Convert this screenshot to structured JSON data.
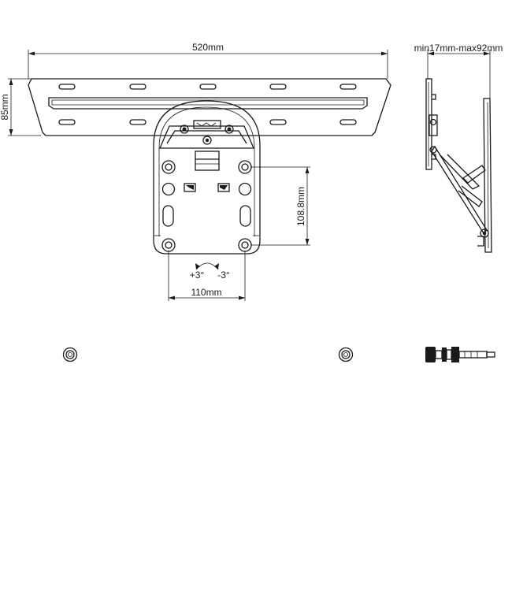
{
  "front_view": {
    "width_label": "520mm",
    "height_label": "85mm",
    "vertical_spacing_label": "108.8mm",
    "horizontal_spacing_label": "110mm",
    "tilt_plus_label": "+3°",
    "tilt_minus_label": "-3°"
  },
  "side_view": {
    "depth_label": "min17mm-max92mm"
  },
  "hardware": {
    "items": [
      "washer",
      "washer",
      "bolt"
    ]
  }
}
